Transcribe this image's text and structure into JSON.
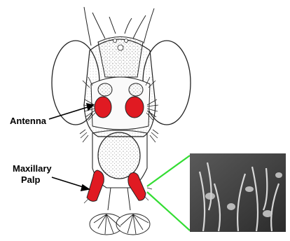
{
  "labels": {
    "antenna": "Antenna",
    "maxillary_line1": "Maxillary",
    "maxillary_line2": "Palp"
  },
  "colors": {
    "organ_highlight": "#e01a22",
    "zoom_lines": "#33dd33",
    "line_art": "#222222",
    "micrograph_bg": "#3a3a3a"
  }
}
